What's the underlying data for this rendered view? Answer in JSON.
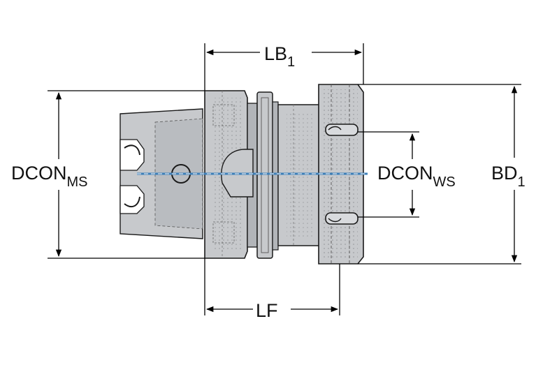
{
  "labels": {
    "lb": {
      "base": "LB",
      "sub": "1"
    },
    "lf": {
      "base": "LF",
      "sub": ""
    },
    "bd": {
      "base": "BD",
      "sub": "1"
    },
    "dcon_ms": {
      "base": "DCON",
      "sub": "MS"
    },
    "dcon_ws": {
      "base": "DCON",
      "sub": "WS"
    }
  },
  "colors": {
    "body": "#c7c9cc",
    "body_dark": "#a9acb0",
    "outline": "#1a1a1a",
    "dim_line": "#000000",
    "center_line": "#3d7fb8"
  }
}
